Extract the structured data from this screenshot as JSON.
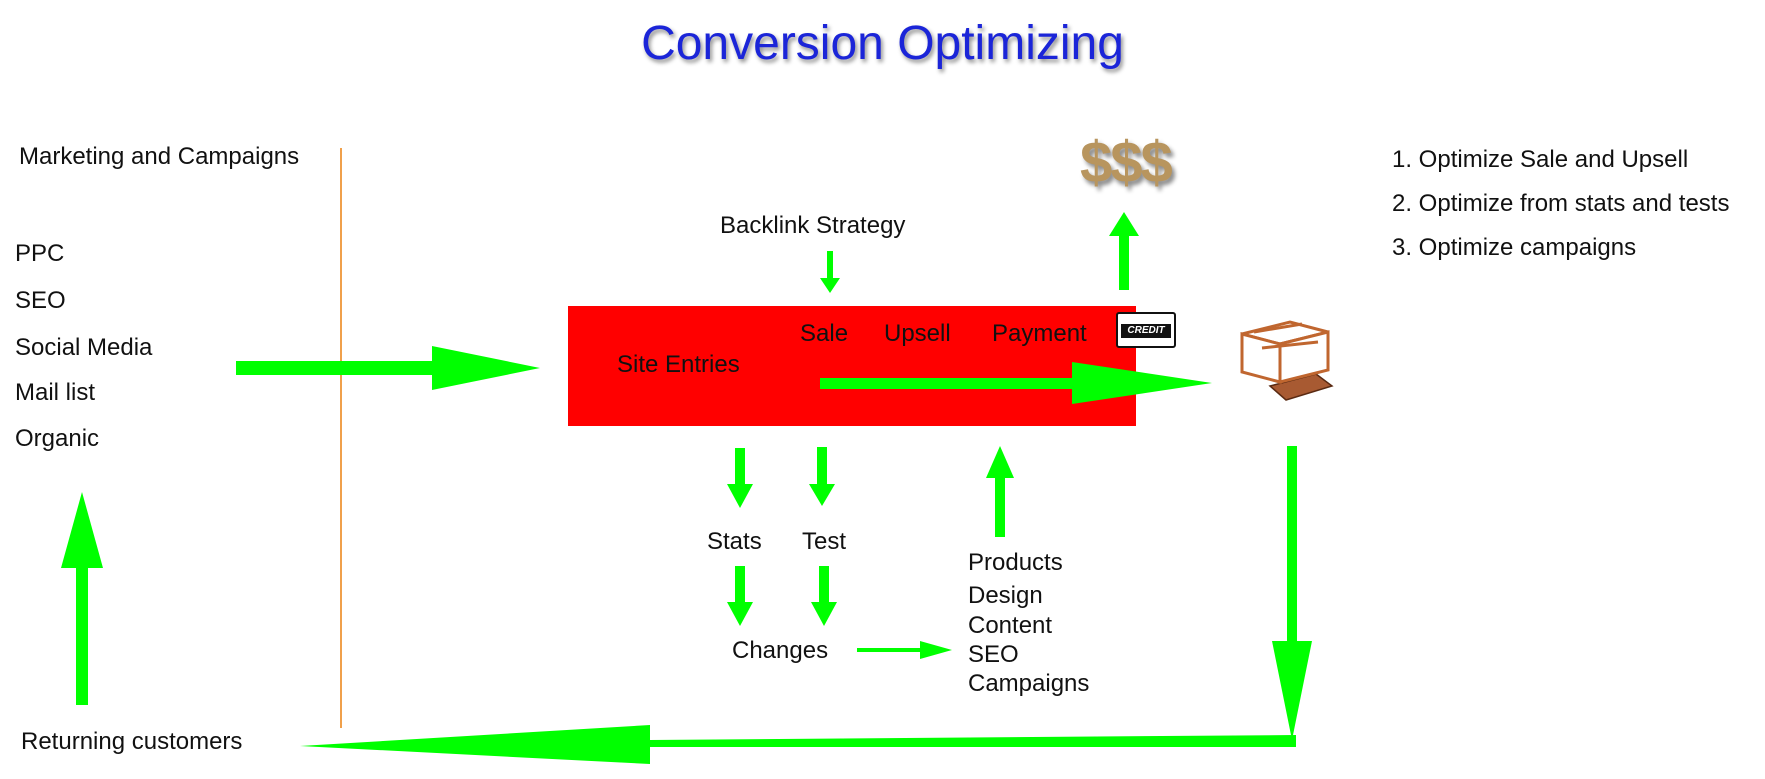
{
  "title": "Conversion Optimizing",
  "colors": {
    "title": "#1b25d8",
    "arrow": "#00ff00",
    "funnel_box": "#ff0000",
    "divider": "#f0a04b",
    "dollar": "#b8955e"
  },
  "left_panel": {
    "heading": "Marketing and Campaigns",
    "channels": [
      "PPC",
      "SEO",
      "Social Media",
      "Mail list",
      "Organic"
    ],
    "returning": "Returning customers"
  },
  "funnel": {
    "backlink": "Backlink Strategy",
    "site_entries": "Site Entries",
    "sale": "Sale",
    "upsell": "Upsell",
    "payment": "Payment",
    "credit_label": "CREDIT",
    "money": "$$$"
  },
  "analysis": {
    "stats": "Stats",
    "test": "Test",
    "changes": "Changes",
    "change_areas": [
      "Products",
      "Design",
      "Content",
      "SEO",
      "Campaigns"
    ]
  },
  "goals": [
    "1. Optimize Sale and Upsell",
    "2. Optimize from stats and tests",
    "3. Optimize campaigns"
  ],
  "icons": [
    "dollar-sign-icon",
    "credit-card-icon",
    "package-box-icon"
  ]
}
